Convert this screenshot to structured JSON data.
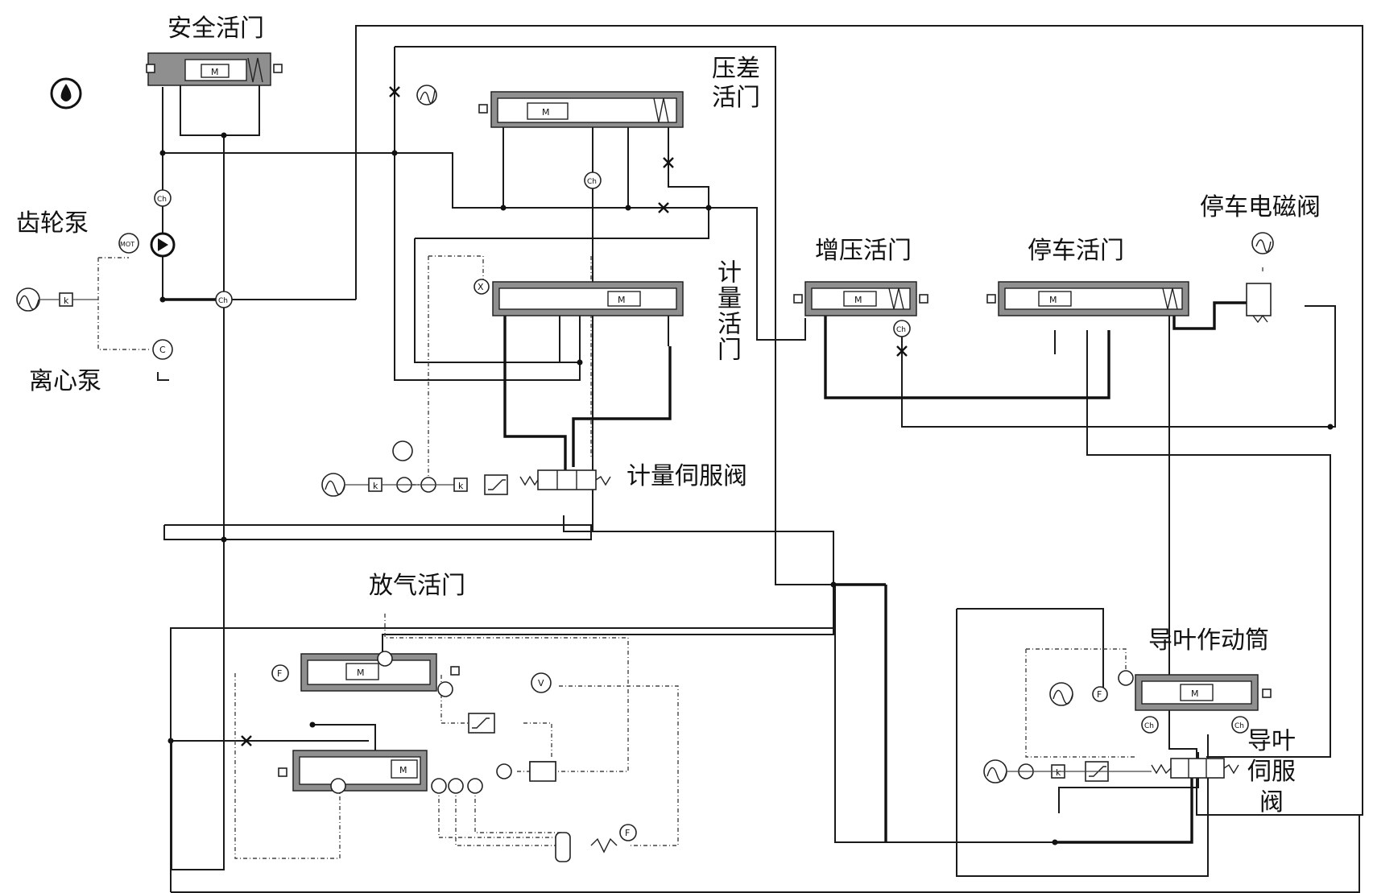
{
  "labels": {
    "safety_valve": "安全活门",
    "diff_valve_line1": "压差",
    "diff_valve_line2": "活门",
    "gear_pump": "齿轮泵",
    "centrifugal_pump": "离心泵",
    "metering_valve": "计量活门",
    "boost_valve": "增压活门",
    "stop_valve": "停车活门",
    "stop_solenoid": "停车电磁阀",
    "metering_servo": "计量伺服阀",
    "bleed_valve": "放气活门",
    "vane_actuator": "导叶作动筒",
    "vane_servo": "导叶伺服阀"
  },
  "symbols": {
    "check_valve": "Ch",
    "gain": "k",
    "motor": "M",
    "mot": "MOT",
    "centrifugal": "C",
    "force": "F",
    "multiply": "X",
    "velocity": "V"
  },
  "icons": [
    "fluid-drop-icon",
    "signal-source-icon",
    "gain-block-icon",
    "saturation-block-icon",
    "orifice-icon",
    "summing-junction-icon"
  ]
}
